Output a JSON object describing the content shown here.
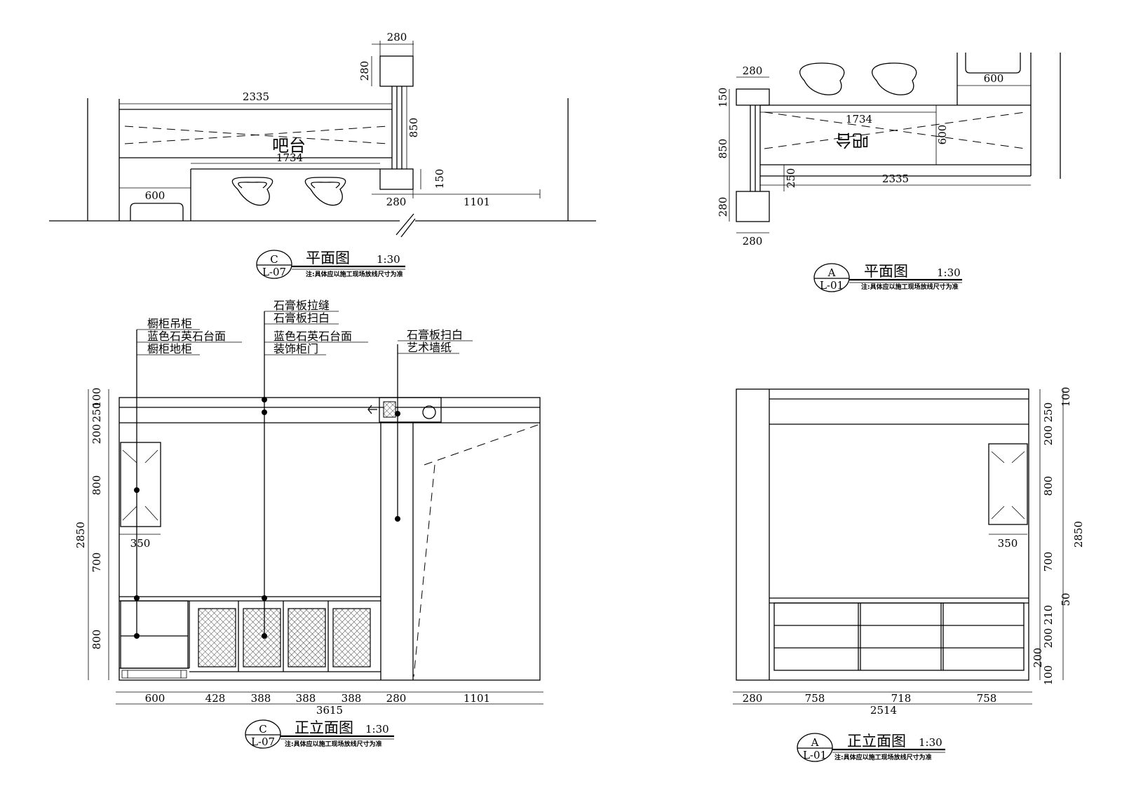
{
  "plan_c": {
    "dims": {
      "column_top_w": "280",
      "column_top_h": "280",
      "bar_len": "2335",
      "bar_depth": "850",
      "bar_inner": "1734",
      "lower_h": "150",
      "cabinet_w": "600",
      "column_bot_w": "280",
      "right_len": "1101"
    },
    "room_label": "吧台",
    "title": {
      "circle_top": "C",
      "circle_bottom": "L-07",
      "name": "平面图",
      "scale": "1:30",
      "note": "注:具体应以施工现场放线尺寸为准"
    }
  },
  "plan_a": {
    "dims": {
      "column_top_w": "280",
      "column_top_h": "150",
      "bar_depth": "850",
      "bar_inner": "1734",
      "bar_width": "600",
      "cabinet_w": "600",
      "gap": "250",
      "bar_len": "2335",
      "column_bot_h": "280",
      "column_bot_w": "280"
    },
    "room_label": "吧台",
    "title": {
      "circle_top": "A",
      "circle_bottom": "L-01",
      "name": "平面图",
      "scale": "1:30",
      "note": "注:具体应以施工现场放线尺寸为准"
    }
  },
  "elev_c": {
    "labels_left": [
      "橱柜吊柜",
      "蓝色石英石台面",
      "橱柜地柜"
    ],
    "labels_mid": [
      "石膏板拉缝",
      "石膏板扫白",
      "蓝色石英石台面",
      "装饰柜门"
    ],
    "labels_right": [
      "石膏板扫白",
      "艺术墙纸"
    ],
    "vert_dims": [
      "100",
      "250",
      "200",
      "800",
      "700",
      "800"
    ],
    "total_height": "2850",
    "window_w": "350",
    "bottom_dims": [
      "600",
      "428",
      "388",
      "388",
      "388",
      "280",
      "1101"
    ],
    "total_width": "3615",
    "title": {
      "circle_top": "C",
      "circle_bottom": "L-07",
      "name": "正立面图",
      "scale": "1:30",
      "note": "注:具体应以施工现场放线尺寸为准"
    }
  },
  "elev_a": {
    "vert_dims": [
      "100",
      "250",
      "200",
      "800",
      "700",
      "50",
      "210",
      "200",
      "200",
      "100"
    ],
    "total_height": "2850",
    "window_w": "350",
    "bottom_dims": [
      "280",
      "758",
      "718",
      "758"
    ],
    "total_width": "2514",
    "title": {
      "circle_top": "A",
      "circle_bottom": "L-01",
      "name": "正立面图",
      "scale": "1:30",
      "note": "注:具体应以施工现场放线尺寸为准"
    }
  }
}
